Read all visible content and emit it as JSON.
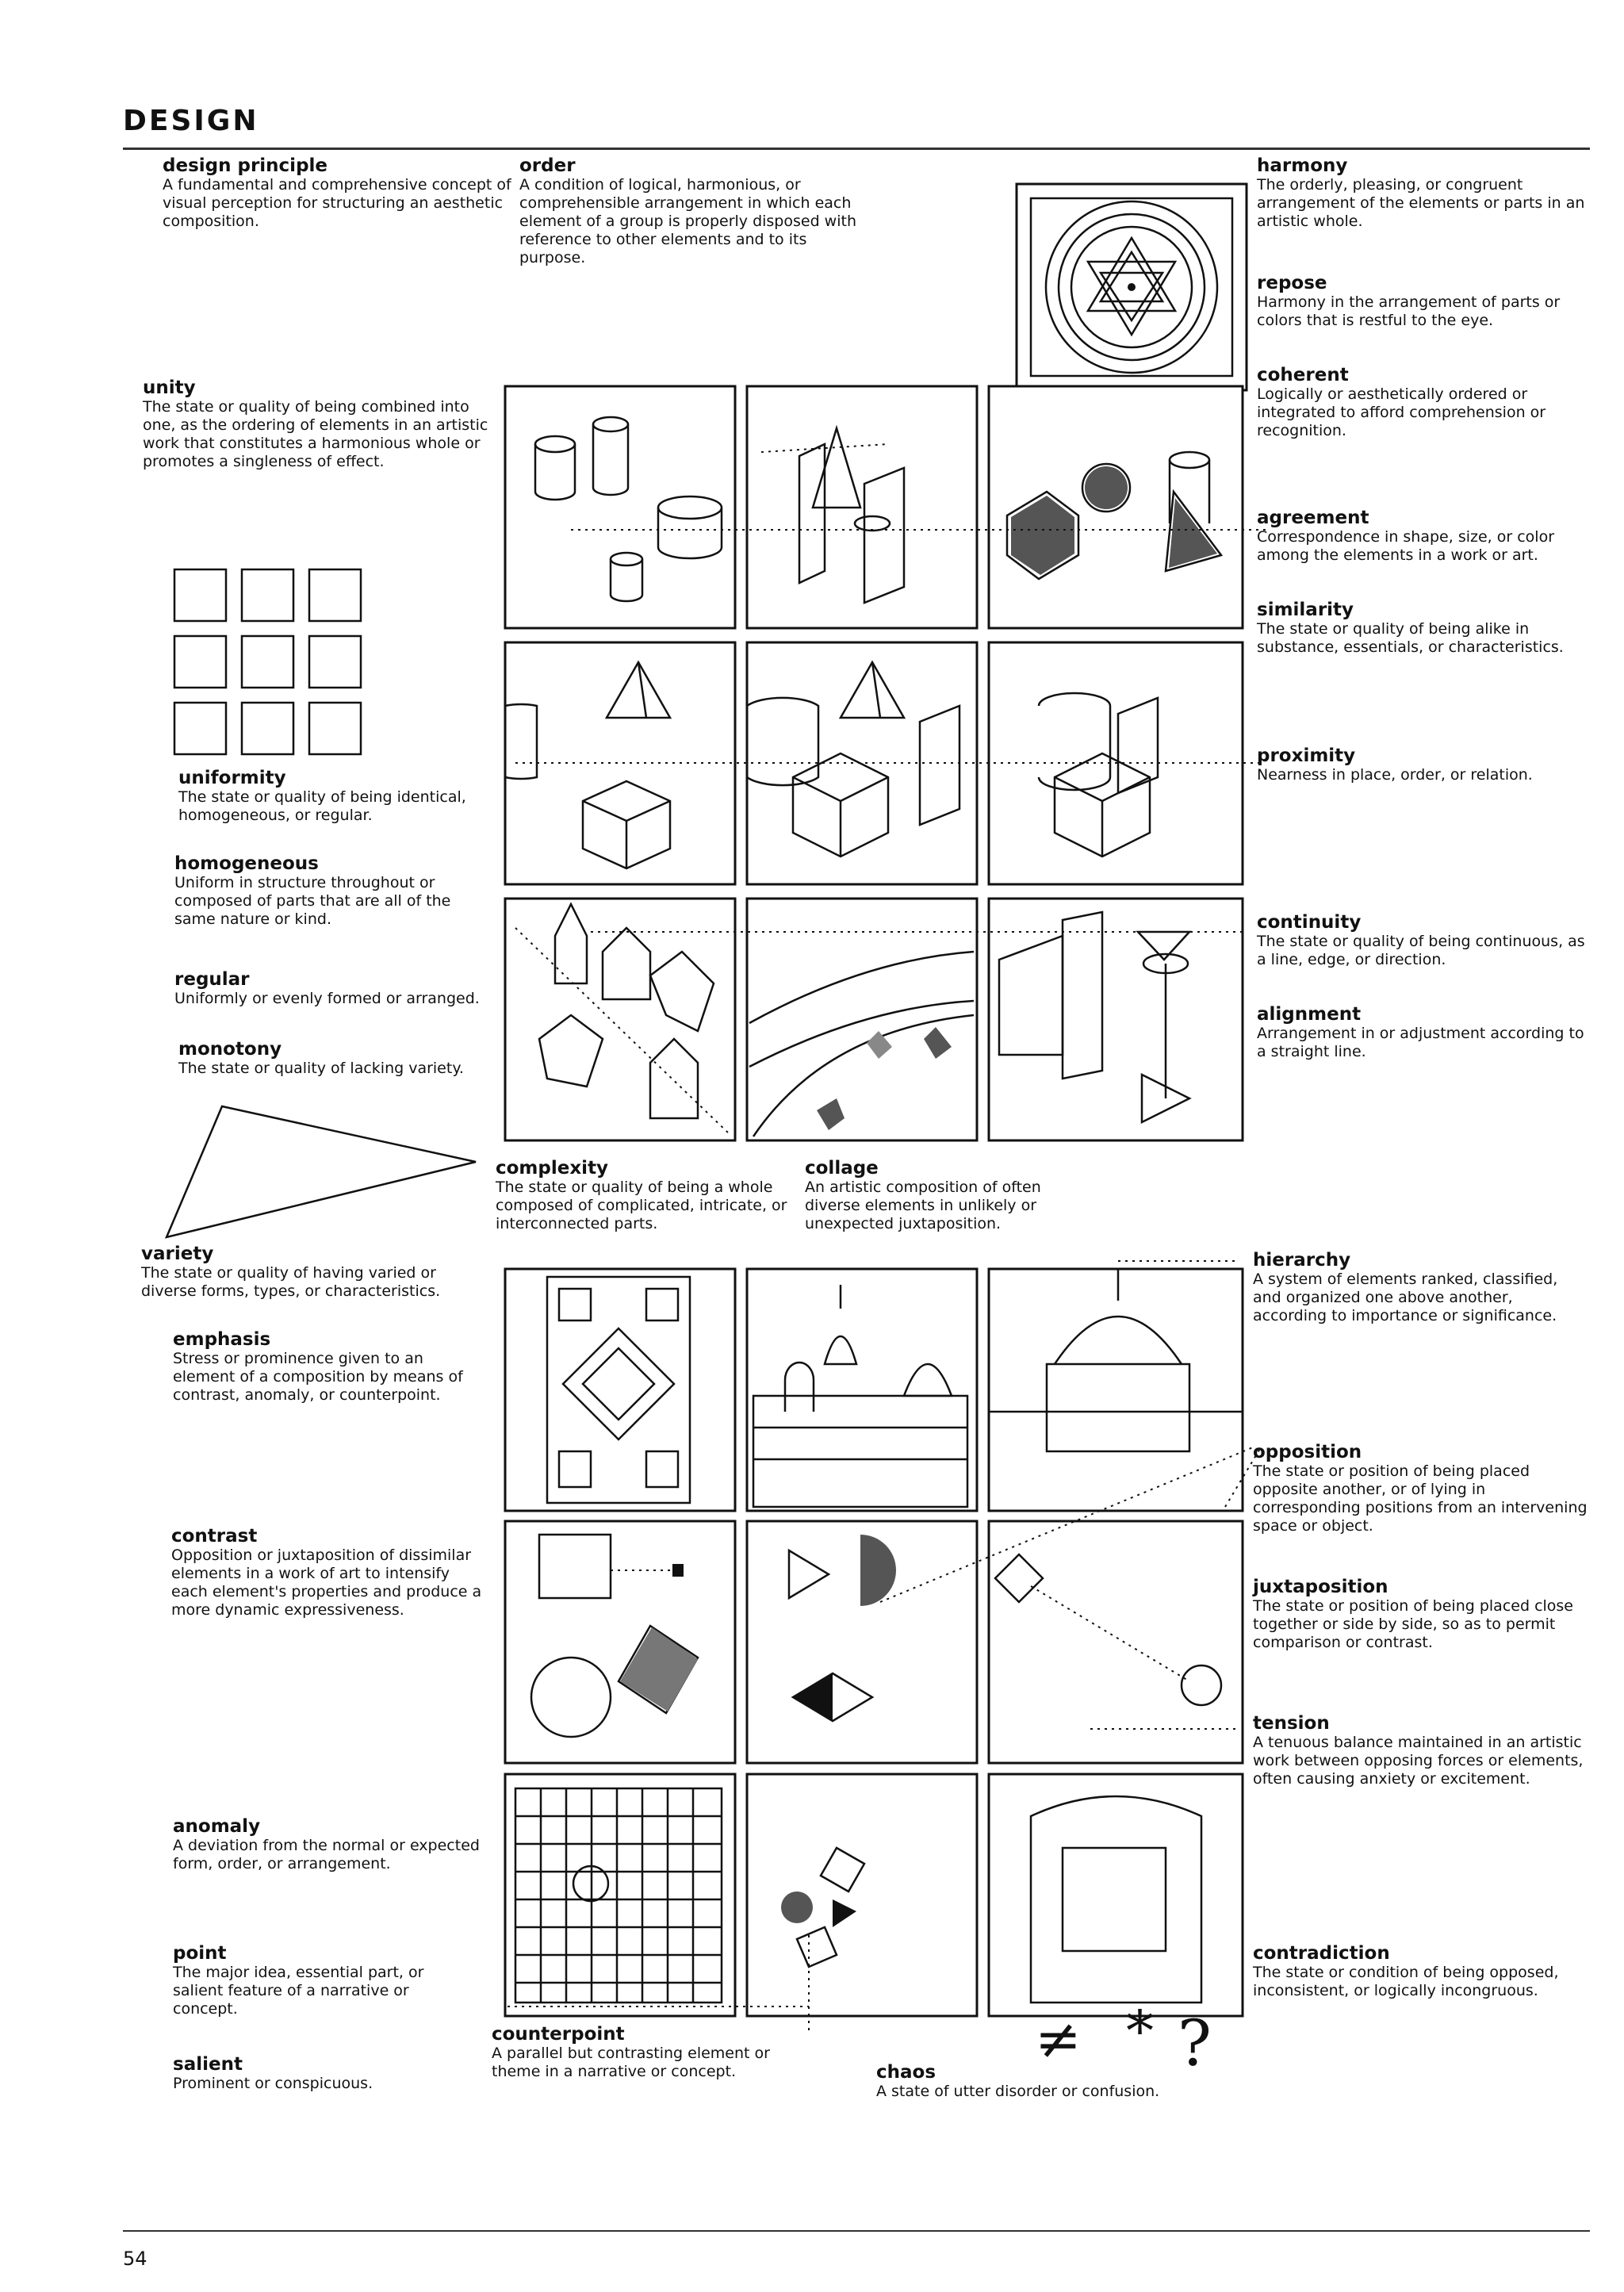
{
  "header": {
    "title": "DESIGN",
    "page_number": "54"
  },
  "entries": {
    "design_principle": {
      "term": "design principle",
      "def": "A fundamental and comprehensive concept of visual perception for structuring an aesthetic composition."
    },
    "order": {
      "term": "order",
      "def": "A condition of logical, harmonious, or comprehensible arrangement in which each element of a group is properly disposed with reference to other elements and to its purpose."
    },
    "harmony": {
      "term": "harmony",
      "def": "The orderly, pleasing, or congruent arrangement of the elements or parts in an artistic whole."
    },
    "repose": {
      "term": "repose",
      "def": "Harmony in the arrangement of parts or colors that is restful to the eye."
    },
    "coherent": {
      "term": "coherent",
      "def": "Logically or aesthetically ordered or integrated to afford comprehension or recognition."
    },
    "unity": {
      "term": "unity",
      "def": "The state or quality of being combined into one, as the ordering of elements in an artistic work that constitutes a harmonious whole or promotes a singleness of effect."
    },
    "agreement": {
      "term": "agreement",
      "def": "Correspondence in shape, size, or color among the elements in a work or art."
    },
    "similarity": {
      "term": "similarity",
      "def": "The state or quality of being alike in substance, essentials, or characteristics."
    },
    "uniformity": {
      "term": "uniformity",
      "def": "The state or quality of being identical, homogeneous, or regular."
    },
    "proximity": {
      "term": "proximity",
      "def": "Nearness in place, order, or relation."
    },
    "homogeneous": {
      "term": "homogeneous",
      "def": "Uniform in structure throughout or composed of parts that are all of the same nature or kind."
    },
    "regular": {
      "term": "regular",
      "def": "Uniformly or evenly formed or arranged."
    },
    "monotony": {
      "term": "monotony",
      "def": "The state or quality of lacking variety."
    },
    "continuity": {
      "term": "continuity",
      "def": "The state or quality of being continuous, as a line, edge, or direction."
    },
    "alignment": {
      "term": "alignment",
      "def": "Arrangement in or adjustment according to a straight line."
    },
    "complexity": {
      "term": "complexity",
      "def": "The state or quality of being a whole composed of complicated, intricate, or interconnected parts."
    },
    "collage": {
      "term": "collage",
      "def": "An artistic composition of often diverse elements in unlikely or unexpected juxtaposition."
    },
    "variety": {
      "term": "variety",
      "def": "The state or quality of having varied or diverse forms, types, or characteristics."
    },
    "hierarchy": {
      "term": "hierarchy",
      "def": "A system of elements ranked, classified, and organized one above another, according to importance or significance."
    },
    "emphasis": {
      "term": "emphasis",
      "def": "Stress or prominence given to an element of a composition by means of contrast, anomaly, or counterpoint."
    },
    "opposition": {
      "term": "opposition",
      "def": "The state or position of being placed opposite another, or of lying in corresponding positions from an intervening space or object."
    },
    "contrast": {
      "term": "contrast",
      "def": "Opposition or juxtaposition of dissimilar elements in a work of art to intensify each element's properties and produce a more dynamic expressiveness."
    },
    "juxtaposition": {
      "term": "juxtaposition",
      "def": "The state or position of being placed close together or side by side, so as to permit comparison or contrast."
    },
    "tension": {
      "term": "tension",
      "def": "A tenuous balance maintained in an artistic work between opposing forces or elements, often causing anxiety or excitement."
    },
    "anomaly": {
      "term": "anomaly",
      "def": "A deviation from the normal or expected form, order, or arrangement."
    },
    "point": {
      "term": "point",
      "def": "The major idea, essential part, or salient feature of a narrative or concept."
    },
    "salient": {
      "term": "salient",
      "def": "Prominent or conspicuous."
    },
    "contradiction": {
      "term": "contradiction",
      "def": "The state or condition of being opposed, inconsistent, or logically incongruous."
    },
    "counterpoint": {
      "term": "counterpoint",
      "def": "A parallel but contrasting element or theme in a narrative or concept."
    },
    "chaos": {
      "term": "chaos",
      "def": "A state of utter disorder or confusion."
    }
  },
  "symbols": {
    "not_equal": "≠",
    "asterisk": "*",
    "question": "?"
  }
}
